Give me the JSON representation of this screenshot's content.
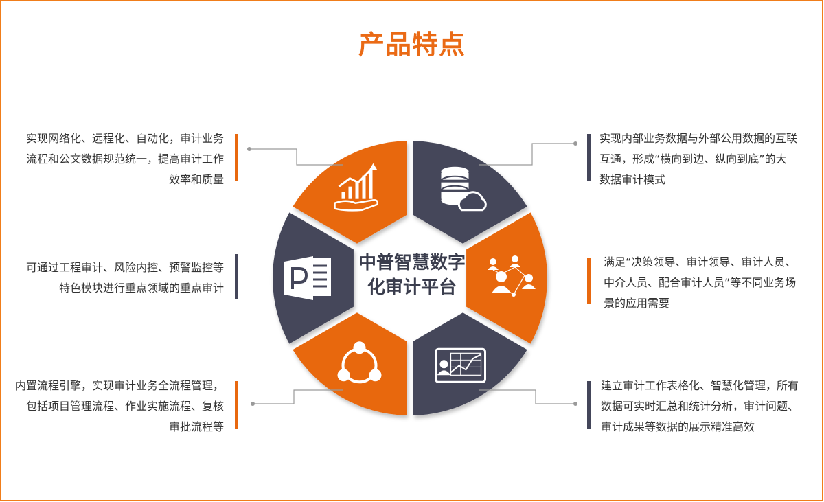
{
  "title": "产品特点",
  "center": {
    "line1": "中普智慧数字",
    "line2": "化审计平台"
  },
  "colors": {
    "orange": "#e8680f",
    "dark": "#44465a",
    "text": "#333333",
    "title": "#ea6a15"
  },
  "features": [
    {
      "id": "top-left",
      "accent": "orange",
      "icon": "growth-chart-hand-icon",
      "lines": [
        "实现网络化、远程化、自动化，审计业务",
        "流程和公文数据规范统一，提高审计工作",
        "效率和质量"
      ]
    },
    {
      "id": "top-right",
      "accent": "dark",
      "icon": "database-cloud-icon",
      "lines": [
        "实现内部业务数据与外部公用数据的互联",
        "互通，形成“横向到边、纵向到底”的大",
        "数据审计模式"
      ]
    },
    {
      "id": "mid-left",
      "accent": "dark",
      "icon": "presentation-document-icon",
      "lines": [
        "可通过工程审计、风险内控、预警监控等",
        "特色模块进行重点领域的重点审计"
      ]
    },
    {
      "id": "mid-right",
      "accent": "orange",
      "icon": "people-network-icon",
      "lines": [
        "满足“决策领导、审计领导、审计人员、",
        "中介人员、配合审计人员”等不同业务场",
        "景的应用需要"
      ]
    },
    {
      "id": "bottom-left",
      "accent": "orange",
      "icon": "workflow-cycle-icon",
      "lines": [
        "内置流程引擎，实现审计业务全流程管理，",
        "包括项目管理流程、作业实施流程、复核",
        "审批流程等"
      ]
    },
    {
      "id": "bottom-right",
      "accent": "dark",
      "icon": "chart-tablet-icon",
      "lines": [
        "建立审计工作表格化、智慧化管理，所有",
        "数据可实时汇总和统计分析，审计问题、",
        "审计成果等数据的展示精准高效"
      ]
    }
  ]
}
